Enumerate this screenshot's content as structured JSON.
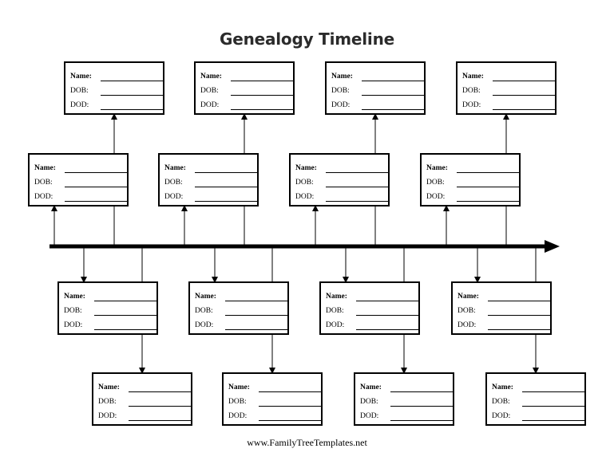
{
  "title": "Genealogy Timeline",
  "footer": "www.FamilyTreeTemplates.net",
  "field_labels": {
    "name": "Name:",
    "dob": "DOB:",
    "dod": "DOD:"
  },
  "card_count": 16
}
